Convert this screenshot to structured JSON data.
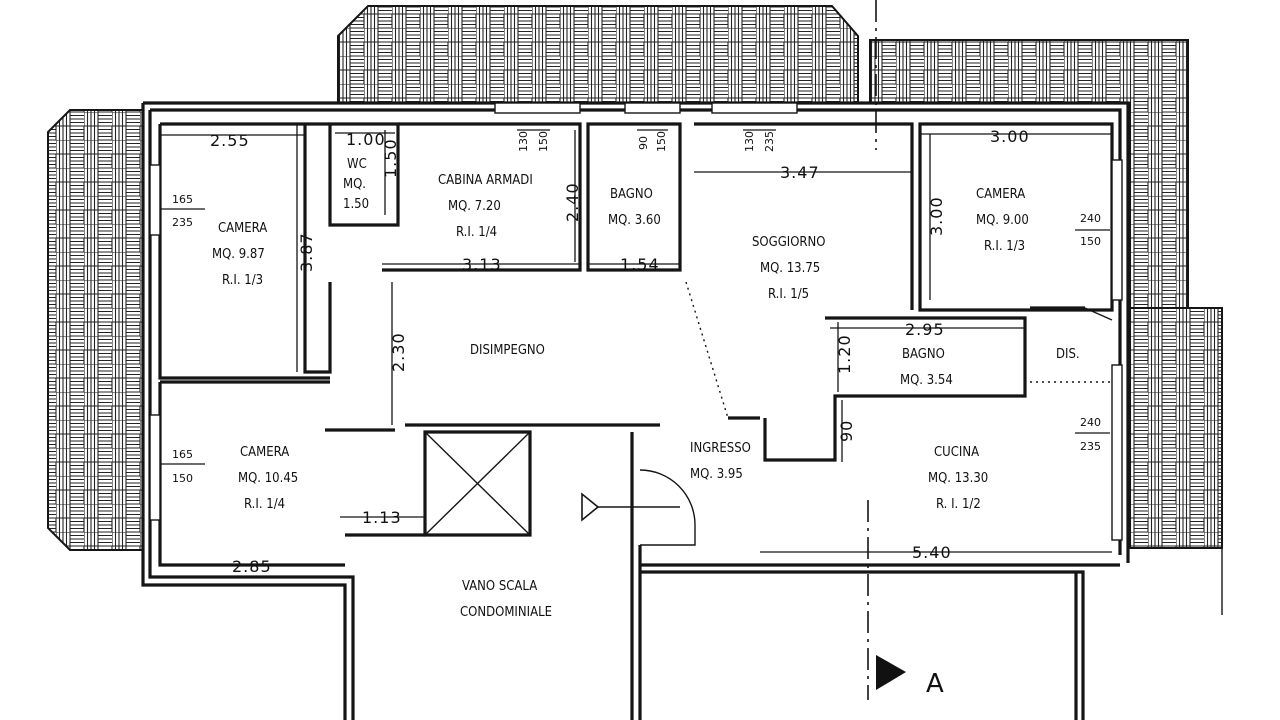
{
  "rooms": {
    "camera_nw": {
      "name": "CAMERA",
      "area": "MQ. 9.87",
      "ri": "R.I. 1/3"
    },
    "wc": {
      "name": "WC",
      "area": "MQ.",
      "area_value": "1.50"
    },
    "cabina": {
      "name": "CABINA ARMADI",
      "area": "MQ. 7.20",
      "ri": "R.I. 1/4"
    },
    "bagno_n": {
      "name": "BAGNO",
      "area": "MQ. 3.60"
    },
    "soggiorno": {
      "name": "SOGGIORNO",
      "area": "MQ. 13.75",
      "ri": "R.I. 1/5"
    },
    "camera_ne": {
      "name": "CAMERA",
      "area": "MQ. 9.00",
      "ri": "R.I. 1/3"
    },
    "disimpegno": {
      "name": "DISIMPEGNO"
    },
    "bagno_e": {
      "name": "BAGNO",
      "area": "MQ. 3.54"
    },
    "dis": {
      "name": "DIS."
    },
    "camera_sw": {
      "name": "CAMERA",
      "area": "MQ. 10.45",
      "ri": "R.I. 1/4"
    },
    "ingresso": {
      "name": "INGRESSO",
      "area": "MQ. 3.95"
    },
    "cucina": {
      "name": "CUCINA",
      "area": "MQ. 13.30",
      "ri": "R. I. 1/2"
    },
    "vano": {
      "line1": "VANO SCALA",
      "line2": "CONDOMINIALE"
    }
  },
  "dimensions": {
    "d255": "2.55",
    "d100": "1.00",
    "d150": "1.50",
    "d240": "2.40",
    "d347": "3.47",
    "d300h": "3.00",
    "d300v": "3.00",
    "d387": "3.87",
    "d313": "3.13",
    "d154": "1.54",
    "d295": "2.95",
    "d120": "1.20",
    "d230": "2.30",
    "d90": "90",
    "d113": "1.13",
    "d285": "2.85",
    "d540": "5.40"
  },
  "windows": {
    "w_nw": {
      "top": "165",
      "bottom": "235"
    },
    "w_sw": {
      "top": "165",
      "bottom": "150"
    },
    "w_ne": {
      "top": "240",
      "bottom": "150"
    },
    "w_se": {
      "top": "240",
      "bottom": "235"
    },
    "w_cab": {
      "a": "130",
      "b": "150"
    },
    "w_bag": {
      "a": "90",
      "b": "150"
    },
    "w_sog": {
      "a": "130",
      "b": "235"
    }
  },
  "section_marker": "A"
}
